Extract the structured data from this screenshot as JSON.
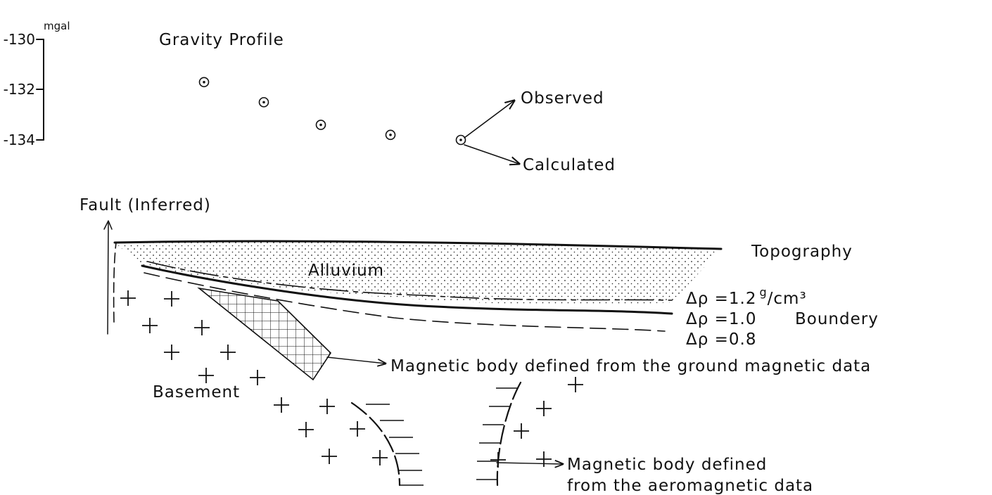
{
  "gravity": {
    "title": "Gravity Profile",
    "unit": "mgal",
    "y_ticks": [
      "-130",
      "-132",
      "-134"
    ],
    "points_mgal": [
      -131.7,
      -132.5,
      -133.4,
      -133.8,
      -134.0
    ],
    "legend_observed": "Observed",
    "legend_calculated": "Calculated"
  },
  "section": {
    "fault_label": "Fault (Inferred)",
    "topography_label": "Topography",
    "alluvium_label": "Alluvium",
    "basement_label": "Basement",
    "rho_1_2": "Δρ =1.2",
    "rho_1_2_unit_sup": "g",
    "rho_1_2_unit": "/cm³",
    "rho_1_0": "Δρ =1.0",
    "boundary_label": "Boundery",
    "rho_0_8": "Δρ =0.8",
    "magnetic_ground": "Magnetic body defined from the ground magnetic data",
    "magnetic_aero_line1": "Magnetic body defined",
    "magnetic_aero_line2": "from the aeromagnetic data"
  }
}
